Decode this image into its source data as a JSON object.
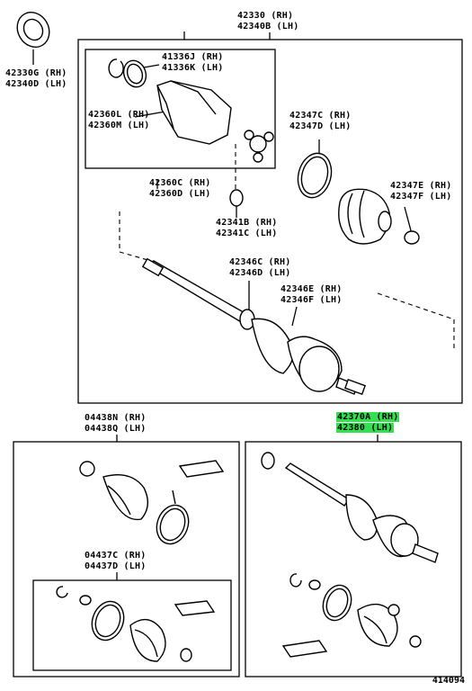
{
  "labels": [
    {
      "id": "42330_rh",
      "text": "42330 (RH)"
    },
    {
      "id": "42340b_lh",
      "text": "42340B (LH)"
    },
    {
      "id": "42330g_rh",
      "text": "42330G (RH)"
    },
    {
      "id": "42340d_lh",
      "text": "42340D (LH)"
    },
    {
      "id": "41336j_rh",
      "text": "41336J (RH)"
    },
    {
      "id": "41336k_lh",
      "text": "41336K (LH)"
    },
    {
      "id": "42360l_rh",
      "text": "42360L (RH)"
    },
    {
      "id": "42360m_lh",
      "text": "42360M (LH)"
    },
    {
      "id": "42347c_rh",
      "text": "42347C (RH)"
    },
    {
      "id": "42347d_lh",
      "text": "42347D (LH)"
    },
    {
      "id": "42360c_rh",
      "text": "42360C (RH)"
    },
    {
      "id": "42360d_lh",
      "text": "42360D (LH)"
    },
    {
      "id": "42347e_rh",
      "text": "42347E (RH)"
    },
    {
      "id": "42347f_lh",
      "text": "42347F (LH)"
    },
    {
      "id": "42341b_rh",
      "text": "42341B (RH)"
    },
    {
      "id": "42341c_lh",
      "text": "42341C (LH)"
    },
    {
      "id": "42346c_rh",
      "text": "42346C (RH)"
    },
    {
      "id": "42346d_lh",
      "text": "42346D (LH)"
    },
    {
      "id": "42346e_rh",
      "text": "42346E (RH)"
    },
    {
      "id": "42346f_lh",
      "text": "42346F (LH)"
    },
    {
      "id": "04438n_rh",
      "text": "04438N (RH)"
    },
    {
      "id": "04438q_lh",
      "text": "04438Q (LH)"
    },
    {
      "id": "42370a_rh",
      "text": "42370A (RH)"
    },
    {
      "id": "42380_lh",
      "text": "42380 (LH)"
    },
    {
      "id": "04437c_rh",
      "text": "04437C (RH)"
    },
    {
      "id": "04437d_lh",
      "text": "04437D (LH)"
    }
  ],
  "highlight_color": "#33e04f",
  "figure_number": "414094"
}
